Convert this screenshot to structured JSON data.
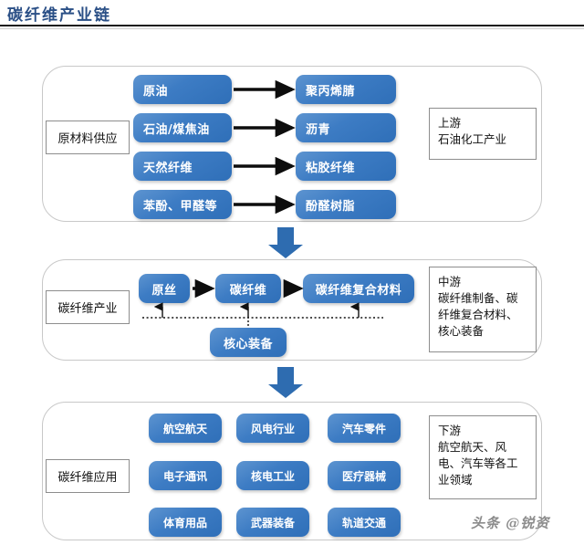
{
  "page": {
    "title": "碳纤维产业链",
    "watermark": "头条 @锐资",
    "accent_blue": "#3d7cc4",
    "title_color": "#2a4f86",
    "arrow_color": "#0d0d0d",
    "connector_arrow_color": "#2e6cb0",
    "section_border": "#c8c8c8"
  },
  "sections": {
    "upstream": {
      "stage_label": "原材料供应",
      "summary": "上游\n石油化工产业",
      "pairs": [
        {
          "source": "原油",
          "product": "聚丙烯腈"
        },
        {
          "source": "石油/煤焦油",
          "product": "沥青"
        },
        {
          "source": "天然纤维",
          "product": "粘胶纤维"
        },
        {
          "source": "苯酚、甲醛等",
          "product": "酚醛树脂"
        }
      ]
    },
    "midstream": {
      "stage_label": "碳纤维产业",
      "summary": "中游\n碳纤维制备、碳\n纤维复合材料、\n核心装备",
      "chain": [
        "原丝",
        "碳纤维",
        "碳纤维复合材料"
      ],
      "support": "核心装备"
    },
    "downstream": {
      "stage_label": "碳纤维应用",
      "summary": "下游\n航空航天、风\n电、汽车等各工\n业领域",
      "applications": [
        [
          "航空航天",
          "风电行业",
          "汽车零件"
        ],
        [
          "电子通讯",
          "核电工业",
          "医疗器械"
        ],
        [
          "体育用品",
          "武器装备",
          "轨道交通"
        ]
      ]
    }
  }
}
